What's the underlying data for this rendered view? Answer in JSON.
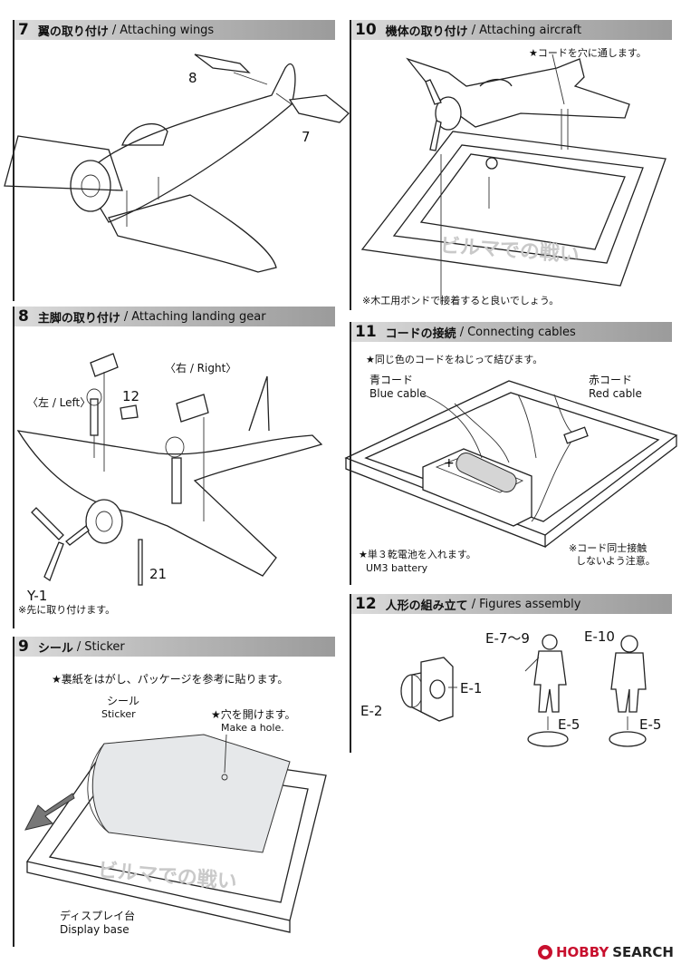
{
  "sections": {
    "s7": {
      "num": "7",
      "jp": "翼の取り付け",
      "en": "Attaching wings"
    },
    "s8": {
      "num": "8",
      "jp": "主脚の取り付け",
      "en": "Attaching landing gear"
    },
    "s9": {
      "num": "9",
      "jp": "シール",
      "en": "Sticker"
    },
    "s10": {
      "num": "10",
      "jp": "機体の取り付け",
      "en": "Attaching aircraft"
    },
    "s11": {
      "num": "11",
      "jp": "コードの接続",
      "en": "Connecting cables"
    },
    "s12": {
      "num": "12",
      "jp": "人形の組み立て",
      "en": "Figures assembly"
    }
  },
  "s7": {
    "part_a": "8",
    "part_b": "7"
  },
  "s8": {
    "right": "〈右 / Right〉",
    "left": "〈左 / Left〉",
    "part12": "12",
    "part21": "21",
    "propeller": "Y-1",
    "note": "※先に取り付けます。"
  },
  "s9": {
    "note": "★裏紙をはがし、パッケージを参考に貼ります。",
    "sticker_jp": "シール",
    "sticker_en": "Sticker",
    "hole_jp": "★穴を開けます。",
    "hole_en": "Make a hole.",
    "base_text": "ビルマでの戦い",
    "base_jp": "ディスプレイ台",
    "base_en": "Display base"
  },
  "s10": {
    "note_top": "★コードを穴に通します。",
    "base_text": "ビルマでの戦い",
    "note_bottom": "※木工用ボンドで接着すると良いでしょう。"
  },
  "s11": {
    "note_top": "★同じ色のコードをねじって結びます。",
    "blue_jp": "青コード",
    "blue_en": "Blue cable",
    "red_jp": "赤コード",
    "red_en": "Red cable",
    "battery_jp": "★単３乾電池を入れます。",
    "battery_en": "UM3 battery",
    "caution1": "※コード同士接触",
    "caution2": "しないよう注意。"
  },
  "s12": {
    "e1": "E-1",
    "e2": "E-2",
    "e5a": "E-5",
    "e5b": "E-5",
    "e7_9": "E-7〜9",
    "e10": "E-10"
  },
  "logo": {
    "hobby": "HOBBY",
    "search": "SEARCH"
  }
}
